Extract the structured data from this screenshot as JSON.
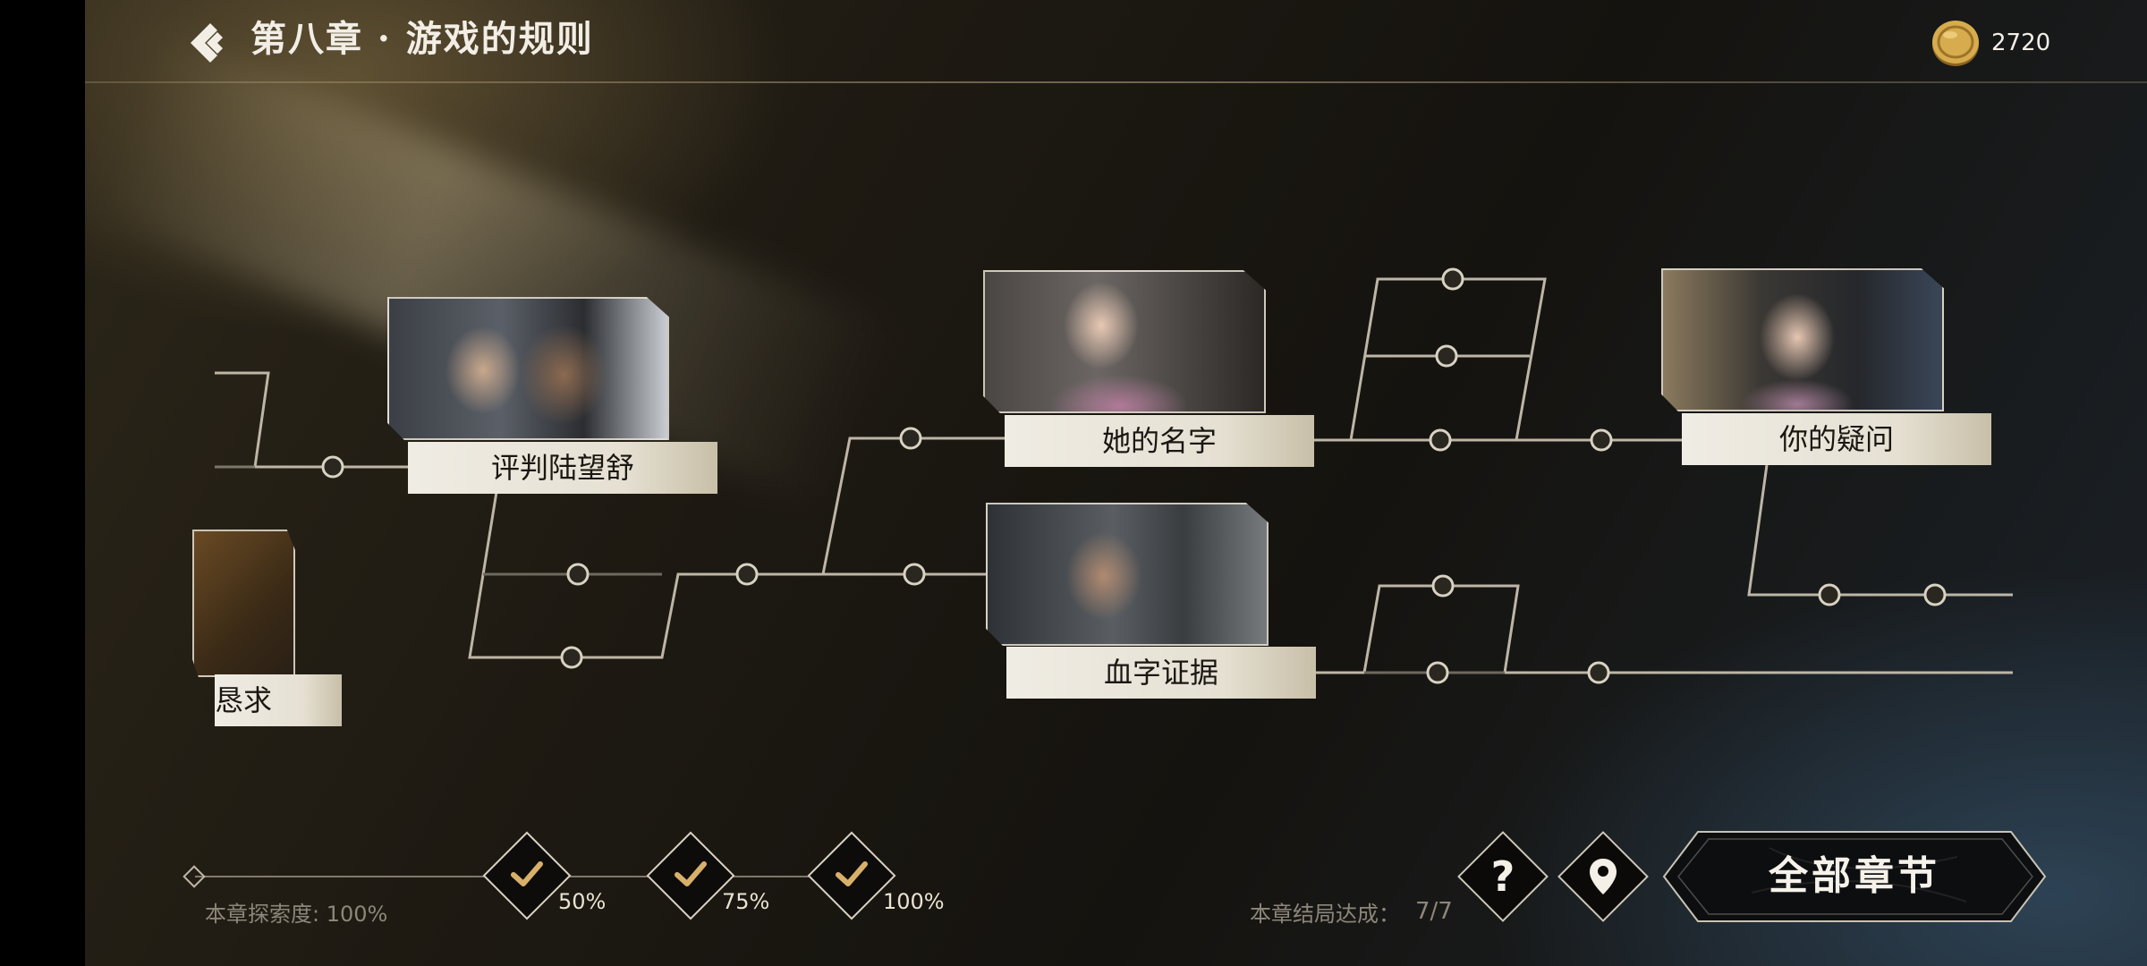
{
  "header": {
    "chapter_title": "第八章 · 游戏的规则",
    "coin_count": "2720"
  },
  "story_nodes": [
    {
      "id": "node-partial-top",
      "label": ""
    },
    {
      "id": "node-judge",
      "label": "评判陆望舒"
    },
    {
      "id": "node-plea",
      "label": "恳求"
    },
    {
      "id": "node-her-name",
      "label": "她的名字"
    },
    {
      "id": "node-blood-evidence",
      "label": "血字证据"
    },
    {
      "id": "node-your-question",
      "label": "你的疑问"
    }
  ],
  "progress": {
    "explore_label": "本章探索度: 100%",
    "explore_value": 1.0,
    "milestones": [
      {
        "label": "50%",
        "achieved": true
      },
      {
        "label": "75%",
        "achieved": true
      },
      {
        "label": "100%",
        "achieved": true
      }
    ],
    "ending_label": "本章结局达成：",
    "ending_value": "7/7"
  },
  "buttons": {
    "help_glyph": "?",
    "all_chapters_label": "全部章节"
  },
  "colors": {
    "accent_gold": "#d8b06a",
    "card_label_bg": "#ece8de",
    "line_color": "#bdb6a6"
  }
}
